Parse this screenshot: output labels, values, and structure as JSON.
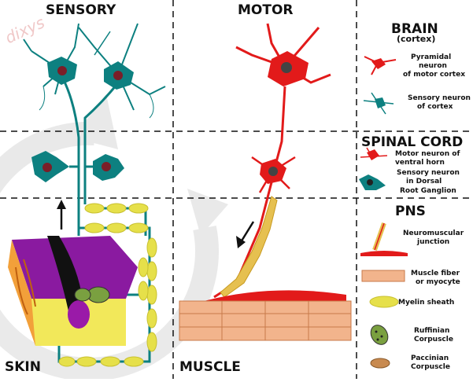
{
  "quadrants": {
    "sensory": "SENSORY",
    "motor": "MOTOR",
    "skin": "SKIN",
    "muscle": "MUSCLE"
  },
  "watermark": "dixys",
  "legend": {
    "brain": {
      "title": "BRAIN",
      "subtitle": "(cortex)",
      "pyramidal": [
        "Pyramidal",
        "neuron",
        "of motor cortex"
      ],
      "sensory_cortex": [
        "Sensory neuron",
        "of cortex"
      ]
    },
    "spinal_cord": {
      "title": "SPINAL CORD",
      "motor_ventral": [
        "Motor neuron of",
        "ventral horn"
      ],
      "sensory_drg": [
        "Sensory neuron",
        "in Dorsal",
        "Root Ganglion"
      ]
    },
    "pns": {
      "title": "PNS",
      "nmj": [
        "Neuromuscular",
        "junction"
      ],
      "muscle_fiber": [
        "Muscle fiber",
        "or myocyte"
      ],
      "myelin": [
        "Myelin sheath"
      ],
      "ruffinian": [
        "Ruffinian",
        "Corpuscle"
      ],
      "paccinian": [
        "Paccinian",
        "Corpuscle"
      ]
    }
  },
  "colors": {
    "sensory": "#0d8080",
    "motor": "#e21a1a",
    "myelin": "#e6e04a",
    "muscle": "#f2b48c",
    "skin_purple": "#8a1aa0",
    "skin_orange": "#f2a03a"
  }
}
